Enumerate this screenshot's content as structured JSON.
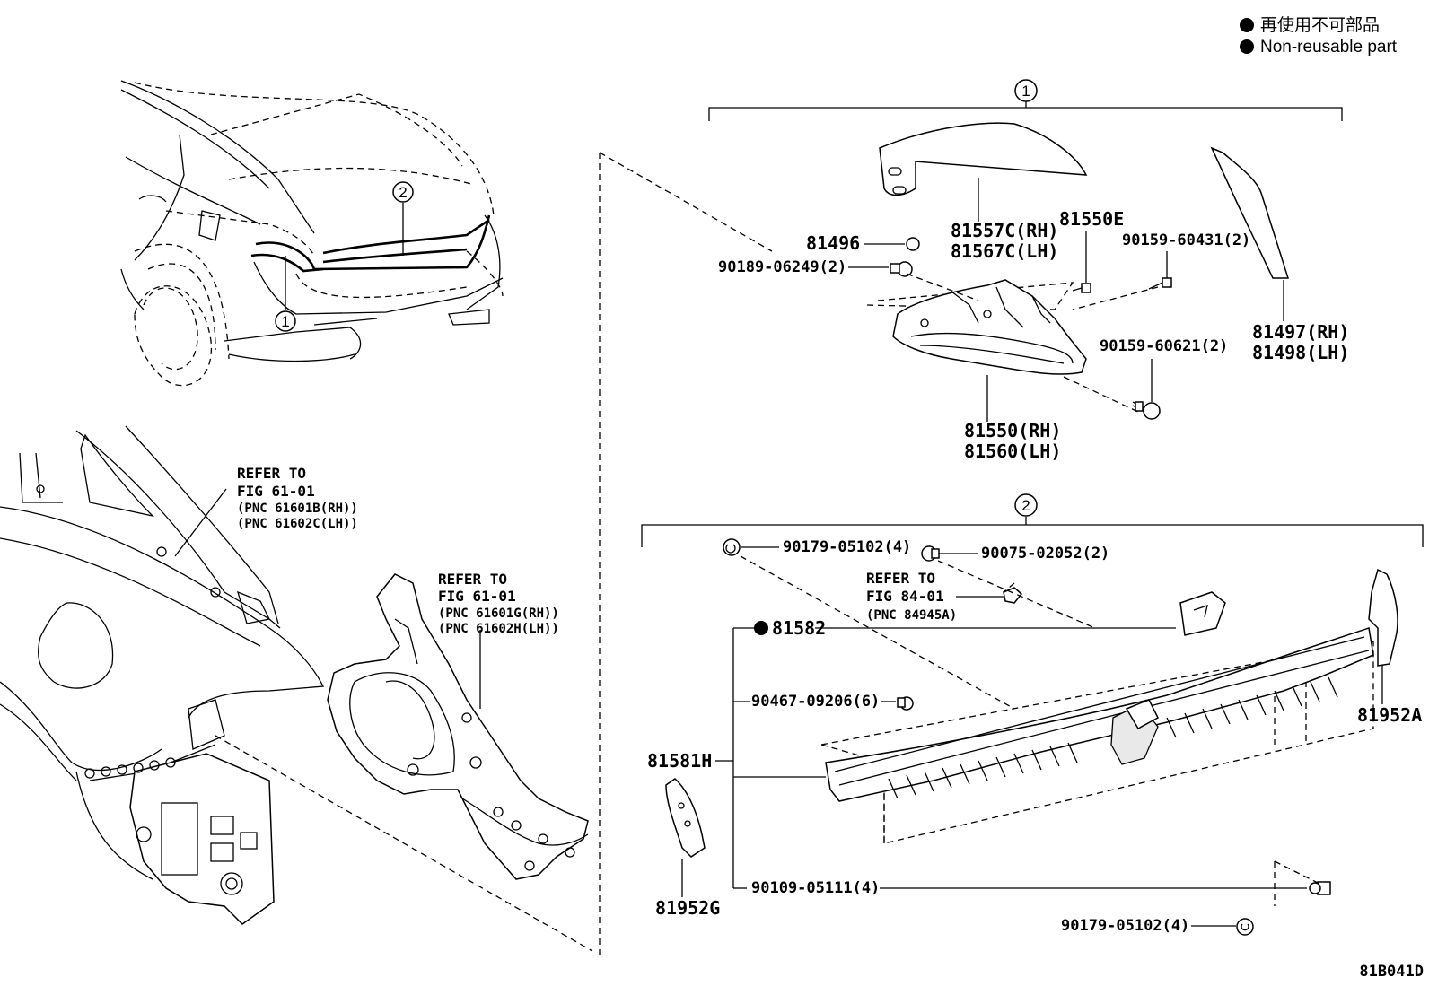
{
  "legend": {
    "line_jp": "再使用不可部品",
    "line_en": "Non-reusable part"
  },
  "callouts": {
    "c1": "1",
    "c2": "2"
  },
  "refs": {
    "ref1": {
      "refer": "REFER TO",
      "fig": "FIG 61-01",
      "pnc1": "(PNC 61601B(RH))",
      "pnc2": "(PNC 61602C(LH))"
    },
    "ref2": {
      "refer": "REFER TO",
      "fig": "FIG 61-01",
      "pnc1": "(PNC 61601G(RH))",
      "pnc2": "(PNC 61602H(LH))"
    },
    "ref3": {
      "refer": "REFER TO",
      "fig": "FIG 84-01",
      "pnc1": "(PNC 84945A)"
    }
  },
  "parts": {
    "p81557c": "81557C(RH)",
    "p81567c": "81567C(LH)",
    "p81550e": "81550E",
    "p81496": "81496",
    "p90189": "90189-06249(2)",
    "p90159_60431": "90159-60431(2)",
    "p90159_60621": "90159-60621(2)",
    "p81497": "81497(RH)",
    "p81498": "81498(LH)",
    "p81550": "81550(RH)",
    "p81560": "81560(LH)",
    "p90179_top": "90179-05102(4)",
    "p90075": "90075-02052(2)",
    "p81582": "81582",
    "p90467": "90467-09206(6)",
    "p81581h": "81581H",
    "p81952a": "81952A",
    "p81952g": "81952G",
    "p90109": "90109-05111(4)",
    "p90179_bot": "90179-05102(4)"
  },
  "figure_code": "81B041D"
}
